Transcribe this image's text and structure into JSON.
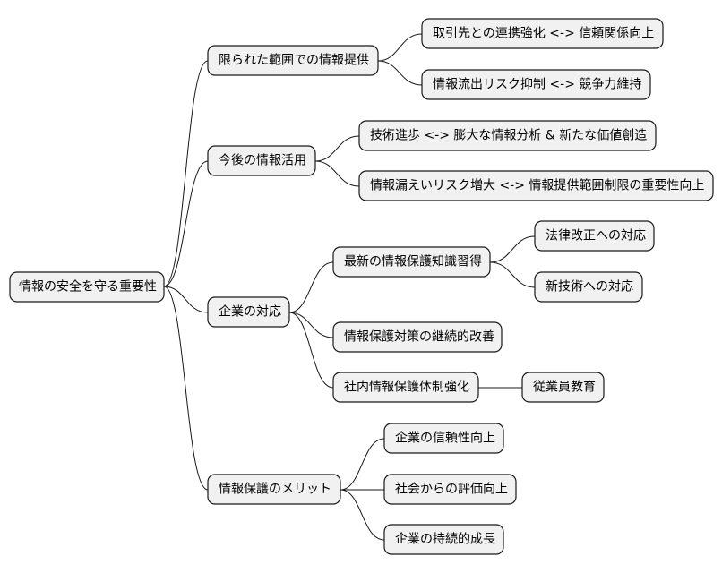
{
  "mindmap": {
    "root": "情報の安全を守る重要性",
    "branches": [
      {
        "label": "限られた範囲での情報提供",
        "children": [
          "取引先との連携強化 <-> 信頼関係向上",
          "情報流出リスク抑制 <-> 競争力維持"
        ]
      },
      {
        "label": "今後の情報活用",
        "children": [
          "技術進歩 <-> 膨大な情報分析 & 新たな価値創造",
          "情報漏えいリスク増大 <-> 情報提供範囲制限の重要性向上"
        ]
      },
      {
        "label": "企業の対応",
        "children": [
          "最新の情報保護知識習得",
          "法律改正への対応",
          "新技術への対応",
          "情報保護対策の継続的改善",
          "社内情報保護体制強化",
          "従業員教育"
        ]
      },
      {
        "label": "情報保護のメリット",
        "children": [
          "企業の信頼性向上",
          "社会からの評価向上",
          "企業の持続的成長"
        ]
      }
    ]
  }
}
